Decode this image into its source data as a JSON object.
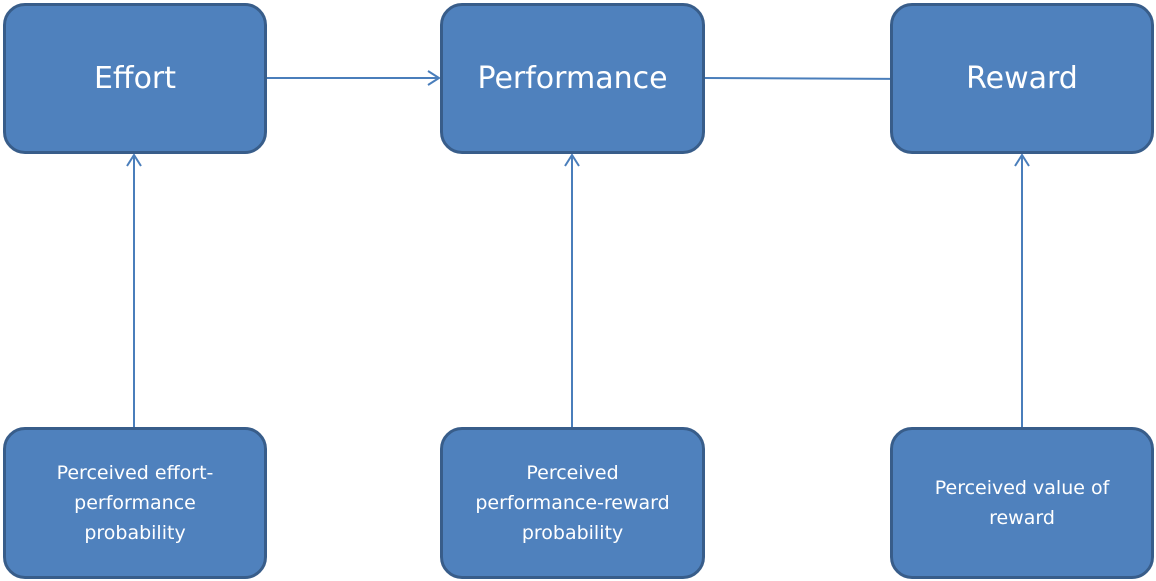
{
  "top": {
    "effort": "Effort",
    "performance": "Performance",
    "reward": "Reward"
  },
  "bottom": {
    "effort_performance": "Perceived effort-performance probability",
    "performance_reward": "Perceived performance-reward probability",
    "value_of_reward": "Perceived value of reward"
  },
  "colors": {
    "box_fill": "#4f81bd",
    "box_border": "#385d8a",
    "arrow": "#4a7ebb"
  }
}
